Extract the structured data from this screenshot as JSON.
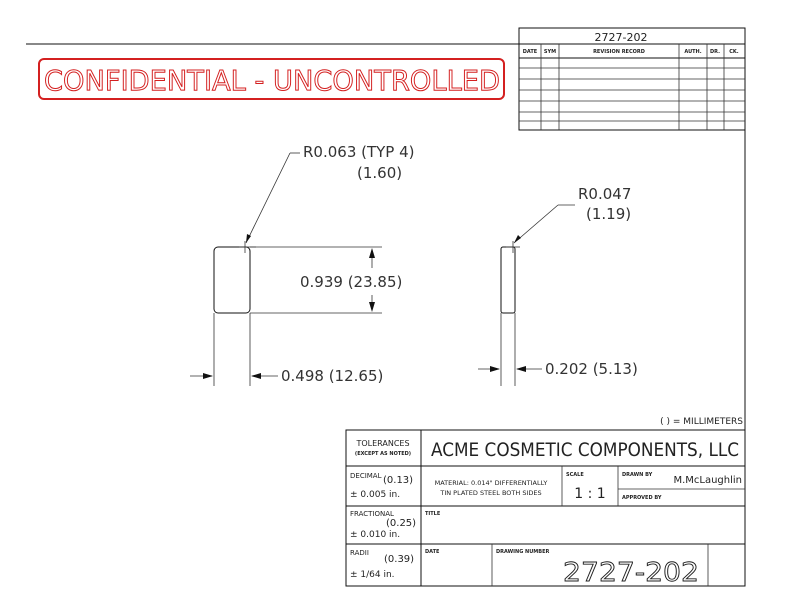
{
  "revision_block": {
    "drawing_number": "2727-202",
    "headers": [
      "DATE",
      "SYM",
      "REVISION RECORD",
      "AUTH.",
      "DR.",
      "CK."
    ]
  },
  "stamp": {
    "text": "CONFIDENTIAL - UNCONTROLLED",
    "color": "#d42020"
  },
  "dimensions": {
    "radius_left_in": "R0.063 (TYP 4)",
    "radius_left_mm": "(1.60)",
    "radius_right_in": "R0.047",
    "radius_right_mm": "(1.19)",
    "height": "0.939 (23.85)",
    "width_left": "0.498 (12.65)",
    "width_right": "0.202 (5.13)"
  },
  "units_note": "( ) = MILLIMETERS",
  "title_block": {
    "company": "ACME COSMETIC COMPONENTS, LLC",
    "tolerances_label": "TOLERANCES",
    "tolerances_sub": "(EXCEPT AS NOTED)",
    "decimal_label": "DECIMAL",
    "decimal_mm": "(0.13)",
    "decimal_in": "± 0.005 in.",
    "fractional_label": "FRACTIONAL",
    "fractional_mm": "(0.25)",
    "fractional_in": "± 0.010 in.",
    "radii_label": "RADII",
    "radii_mm": "(0.39)",
    "radii_in": "± 1/64 in.",
    "material_line1": "MATERIAL: 0.014\" DIFFERENTIALLY",
    "material_line2": "TIN PLATED STEEL BOTH SIDES",
    "scale_label": "SCALE",
    "scale_value": "1 : 1",
    "drawn_by_label": "DRAWN BY",
    "drawn_by_value": "M.McLaughlin",
    "approved_by_label": "APPROVED BY",
    "title_label": "TITLE",
    "date_label": "DATE",
    "drawing_number_label": "DRAWING NUMBER",
    "drawing_number": "2727-202"
  }
}
